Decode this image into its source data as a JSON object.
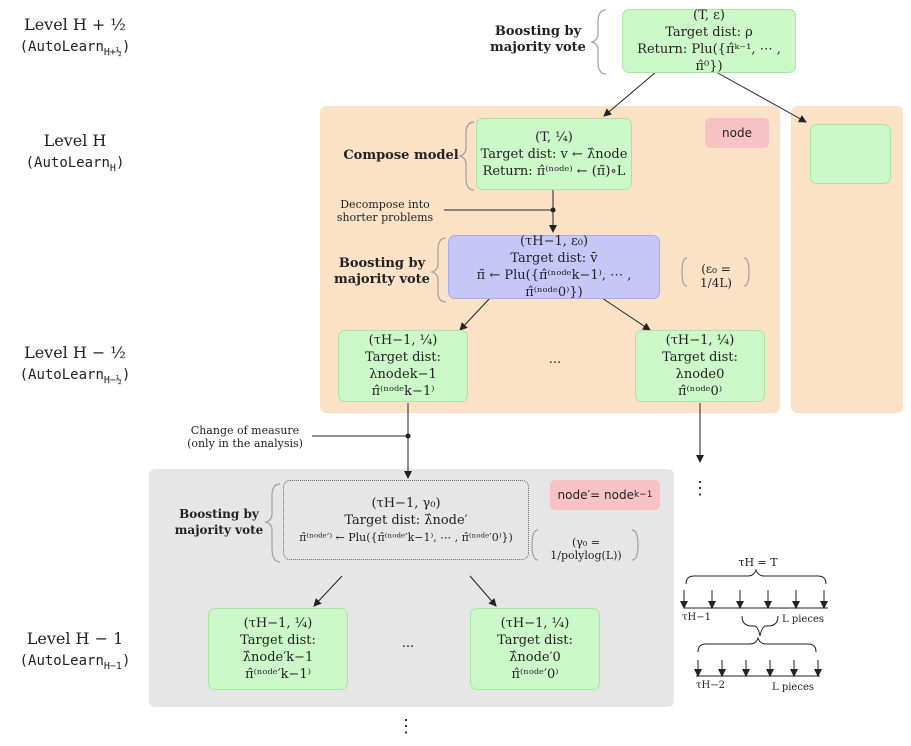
{
  "levels": {
    "top": {
      "name": "Level H + ½",
      "sub": "(AutoLearn",
      "subscript": "H+½",
      "close": ")"
    },
    "h": {
      "name": "Level H",
      "sub": "(AutoLearn",
      "subscript": "H",
      "close": ")"
    },
    "h_half": {
      "name": "Level H − ½",
      "sub": "(AutoLearn",
      "subscript": "H−½",
      "close": ")"
    },
    "h_minus_1": {
      "name": "Level H − 1",
      "sub": "(AutoLearn",
      "subscript": "H−1",
      "close": ")"
    }
  },
  "labels": {
    "boosting_top": "Boosting by majority vote",
    "compose_model": "Compose model",
    "decompose": "Decompose into shorter problems",
    "boosting_mid": "Boosting by majority vote",
    "change_measure": "Change of measure (only in the analysis)",
    "boosting_bottom": "Boosting by majority vote",
    "epsilon0": "(ε₀ = 1/4L)",
    "gamma0": "(γ₀ = 1/polylog(L))",
    "ellipsis_mid": "...",
    "ellipsis_bottom": "...",
    "vdots": "⋮"
  },
  "badges": {
    "node": "node",
    "node_prime": "node′= node",
    "node_prime_sub": "k−1"
  },
  "boxes": {
    "top": {
      "l1": "(T, ε)",
      "l2": "Target dist: ρ",
      "l3": "Return: Plu({π̂ᵏ⁻¹, ⋯ , π̂⁰})"
    },
    "compose": {
      "l1": "(T, ¼)",
      "l2": "Target dist: v ← λ̂node",
      "l3": "Return: π̂⁽ⁿᵒᵈᵉ⁾ ← (π̃)∘L"
    },
    "blue": {
      "l1": "(τH−1, ε₀)",
      "l2": "Target dist: v̄",
      "l3": "π̃ ← Plu({π̂⁽ⁿᵒᵈᵉk−1⁾, ⋯ , π̂⁽ⁿᵒᵈᵉ0⁾})"
    },
    "half_left": {
      "l1": "(τH−1, ¼)",
      "l2": "Target dist: λnodek−1",
      "l3": "π̂⁽ⁿᵒᵈᵉk−1⁾"
    },
    "half_right": {
      "l1": "(τH−1, ¼)",
      "l2": "Target dist: λnode0",
      "l3": "π̂⁽ⁿᵒᵈᵉ0⁾"
    },
    "dotted": {
      "l1": "(τH−1, γ₀)",
      "l2": "Target dist: λ̂node′",
      "l3": "π̂⁽ⁿᵒᵈᵉ′⁾ ← Plu({π̂⁽ⁿᵒᵈᵉ′k−1⁾, ⋯ , π̂⁽ⁿᵒᵈᵉ′0⁾})"
    },
    "bot_left": {
      "l1": "(τH−1, ¼)",
      "l2": "Target dist: λ̂node′k−1",
      "l3": "π̂⁽ⁿᵒᵈᵉ′k−1⁾"
    },
    "bot_right": {
      "l1": "(τH−1, ¼)",
      "l2": "Target dist: λ̂node′0",
      "l3": "π̂⁽ⁿᵒᵈᵉ′0⁾"
    }
  },
  "timeline": {
    "top_label": "τH = T",
    "row1_left": "τH−1",
    "row1_right": "L pieces",
    "row2_left": "τH−2",
    "row2_right": "L pieces"
  },
  "colors": {
    "orange_panel": "#fbe2c7",
    "grey_panel": "#e6e6e6",
    "green_box": "#ccf7c8",
    "blue_box": "#c6c7f7",
    "pink_badge": "#f6c2c4"
  }
}
